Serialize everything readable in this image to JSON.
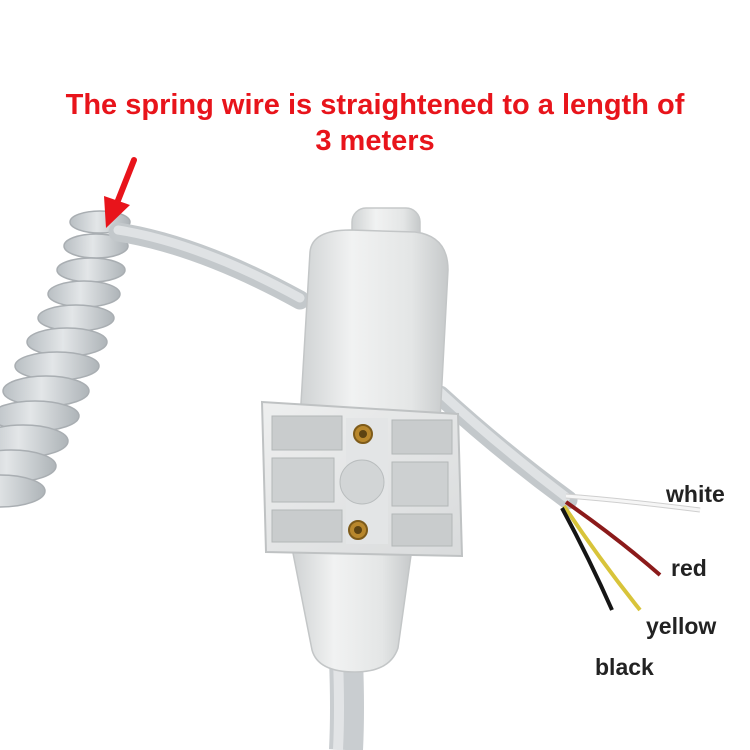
{
  "headline": {
    "line1": "The spring wire is straightened to a length of",
    "line2": "3 meters",
    "color": "#e8141b"
  },
  "wire_labels": [
    {
      "text": "white",
      "color": "#f2f2f2"
    },
    {
      "text": "red",
      "color": "#8b1a1a"
    },
    {
      "text": "yellow",
      "color": "#d8c43a"
    },
    {
      "text": "black",
      "color": "#151515"
    }
  ],
  "colors": {
    "cable": "#d9dcde",
    "housing": "#e9eaea",
    "insert": "#b8872c",
    "arrow": "#e8141b"
  }
}
